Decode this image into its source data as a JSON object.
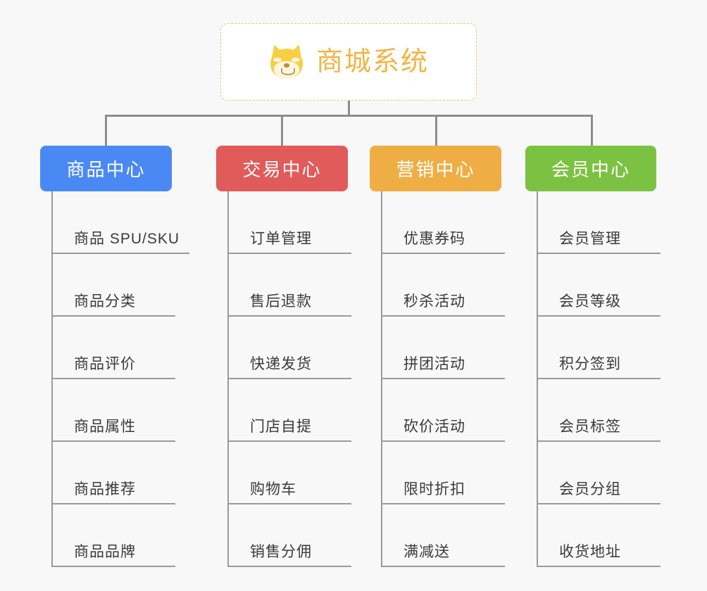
{
  "canvas": {
    "background": "#f8f8f8",
    "connector_color": "#8d8d8d"
  },
  "root": {
    "title": "商城系统",
    "icon": "shiba-dog-emoji",
    "text_color": "#f2b544",
    "border_color": "#f0c26a",
    "background": "#ffffff"
  },
  "branches": [
    {
      "title": "商品中心",
      "color": "#4a89f3",
      "items": [
        "商品 SPU/SKU",
        "商品分类",
        "商品评价",
        "商品属性",
        "商品推荐",
        "商品品牌"
      ]
    },
    {
      "title": "交易中心",
      "color": "#e15b5b",
      "items": [
        "订单管理",
        "售后退款",
        "快递发货",
        "门店自提",
        "购物车",
        "销售分佣"
      ]
    },
    {
      "title": "营销中心",
      "color": "#eeae44",
      "items": [
        "优惠券码",
        "秒杀活动",
        "拼团活动",
        "砍价活动",
        "限时折扣",
        "满减送"
      ]
    },
    {
      "title": "会员中心",
      "color": "#7cc242",
      "items": [
        "会员管理",
        "会员等级",
        "积分签到",
        "会员标签",
        "会员分组",
        "收货地址"
      ]
    }
  ]
}
